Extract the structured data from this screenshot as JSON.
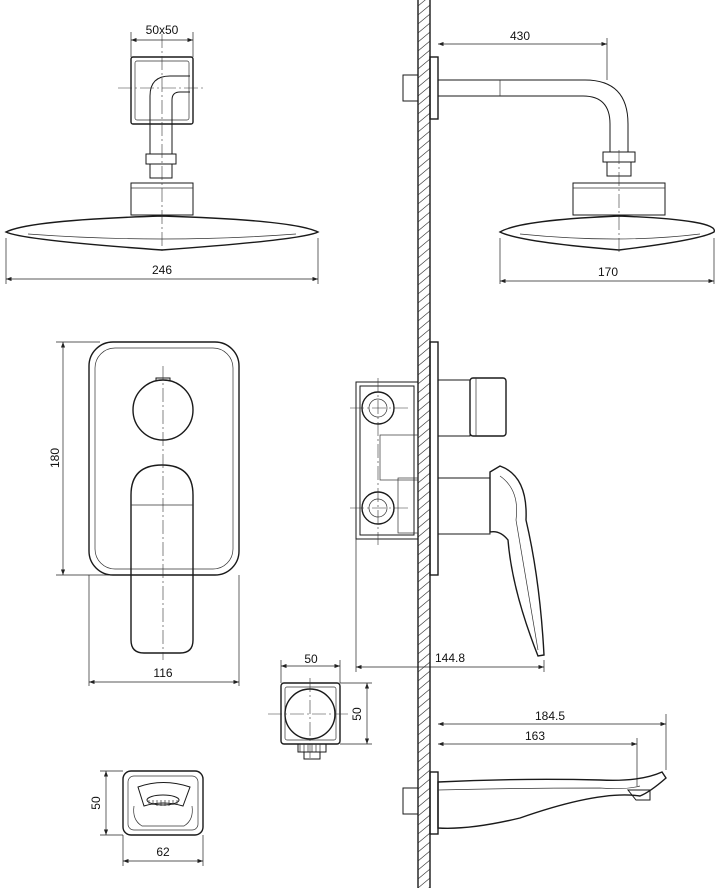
{
  "dimensions": {
    "shower_arm_flange": "50x50",
    "shower_arm_length": "430",
    "head_diameter": "246",
    "head_side_width": "170",
    "mixer_plate_height": "180",
    "mixer_plate_width": "116",
    "mixer_depth": "144.8",
    "hose_outlet_width": "50",
    "hose_outlet_height": "50",
    "spout_length_total": "184.5",
    "spout_length": "163",
    "spout_plate_height": "50",
    "spout_plate_width": "62"
  }
}
